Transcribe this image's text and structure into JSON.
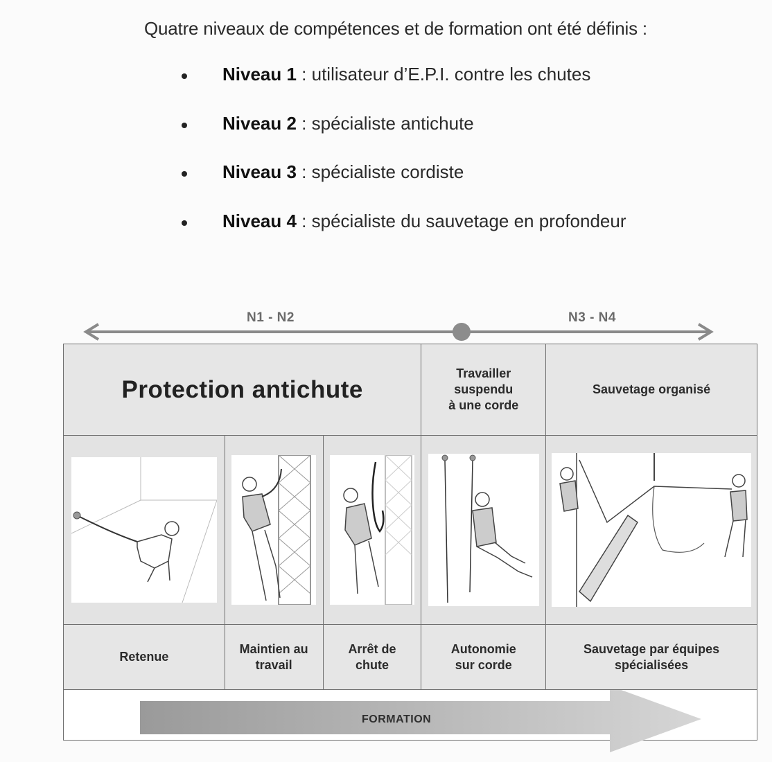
{
  "intro": "Quatre niveaux de compétences et de formation ont été définis :",
  "levels": [
    {
      "name": "Niveau 1",
      "desc": " : utilisateur d’E.P.I. contre les chutes"
    },
    {
      "name": "Niveau 2",
      "desc": " : spécialiste antichute"
    },
    {
      "name": "Niveau 3",
      "desc": " : spécialiste cordiste"
    },
    {
      "name": "Niveau 4",
      "desc": " : spécialiste du sauvetage en profondeur"
    }
  ],
  "ranges": {
    "left": "N1 - N2",
    "right": "N3 - N4"
  },
  "headers": {
    "protection": "Protection antichute",
    "suspendu_1": "Travailler",
    "suspendu_2": "suspendu",
    "suspendu_3": "à une corde",
    "sauvetage": "Sauvetage organisé"
  },
  "labels": {
    "retenue": "Retenue",
    "maintien_1": "Maintien au",
    "maintien_2": "travail",
    "arret_1": "Arrêt de",
    "arret_2": "chute",
    "autonomie_1": "Autonomie",
    "autonomie_2": "sur corde",
    "equipes_1": "Sauvetage par équipes",
    "equipes_2": "spécialisées"
  },
  "formation": "FORMATION",
  "colors": {
    "arrow": "#8a8a8a",
    "dot": "#8c8c8c",
    "cell": "#e6e6e6",
    "border": "#6f6f6f"
  },
  "icons": [
    "retenue-illustration",
    "maintien-illustration",
    "arret-chute-illustration",
    "autonomie-corde-illustration",
    "sauvetage-illustration"
  ]
}
